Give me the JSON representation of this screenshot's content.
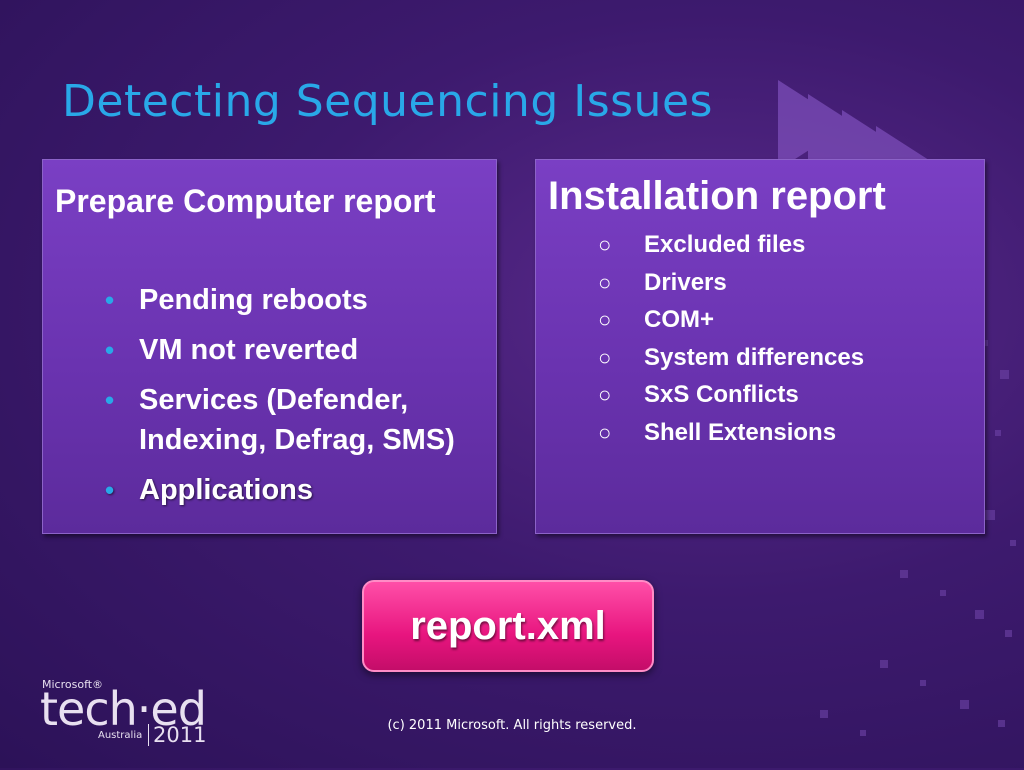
{
  "slide": {
    "title": "Detecting Sequencing Issues"
  },
  "left_panel": {
    "heading": "Prepare Computer report",
    "bullet_glyph": "•",
    "items": [
      "Pending reboots",
      "VM not reverted",
      "Services (Defender, Indexing, Defrag, SMS)",
      "Applications"
    ]
  },
  "right_panel": {
    "heading": "Installation report",
    "bullet_glyph": "○",
    "items": [
      "Excluded files",
      "Drivers",
      "COM+",
      "System differences",
      "SxS Conflicts",
      "Shell Extensions"
    ]
  },
  "button": {
    "label": "report.xml"
  },
  "logo": {
    "microsoft": "Microsoft®",
    "brand": "tech·ed",
    "region": "Australia",
    "year": "2011"
  },
  "footer": {
    "copyright": "(c) 2011 Microsoft. All rights reserved."
  },
  "colors": {
    "title": "#29a8e8",
    "panel": "#7a3fc4",
    "button": "#e8157f",
    "background": "#3d1a6e"
  }
}
